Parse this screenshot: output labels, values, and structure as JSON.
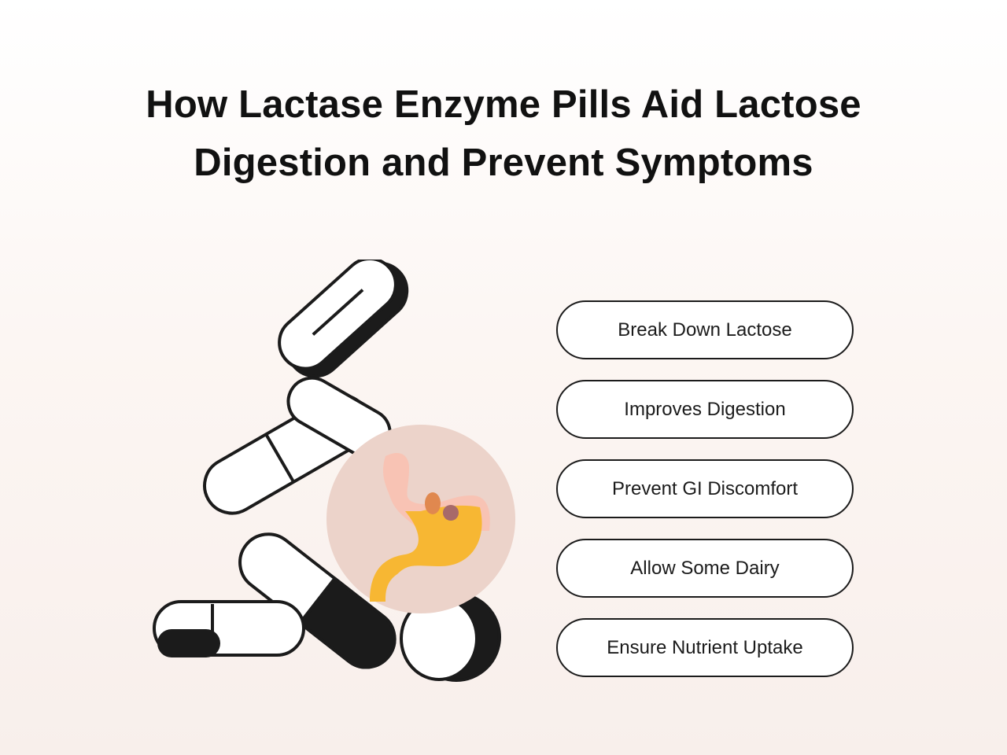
{
  "title": {
    "line1": "How Lactase Enzyme Pills Aid Lactose",
    "line2": "Digestion and Prevent Symptoms"
  },
  "benefits": [
    {
      "label": "Break Down Lactose"
    },
    {
      "label": "Improves Digestion"
    },
    {
      "label": "Prevent GI Discomfort"
    },
    {
      "label": "Allow Some Dairy"
    },
    {
      "label": "Ensure Nutrient Uptake"
    }
  ],
  "colors": {
    "circle": "#ecd3ca",
    "stomach_pink": "#f8c3b4",
    "stomach_yellow": "#f7b733",
    "outline": "#1b1b1b"
  }
}
